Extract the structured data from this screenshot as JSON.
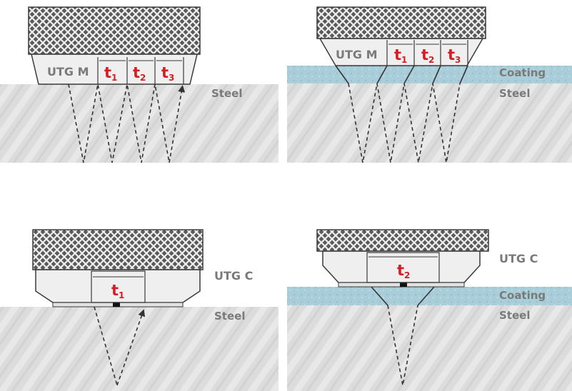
{
  "colors": {
    "steel_base": "#dcdcdc",
    "steel_stripe": "#e9e9e9",
    "coating": "#a9ced9",
    "crosshatch_bg": "#5a5a5a",
    "crosshatch_line": "#f2f2f2",
    "housing": "#efefef",
    "outline": "#3a3a3a",
    "label_gray": "#7a7a7a",
    "t_red": "#d21f26",
    "dashes": "#333333"
  },
  "panels": {
    "utgm_steel": {
      "model": "UTG M",
      "material": "Steel",
      "segments": [
        {
          "main": "t",
          "sub": "1"
        },
        {
          "main": "t",
          "sub": "2"
        },
        {
          "main": "t",
          "sub": "3"
        }
      ]
    },
    "utgm_coating": {
      "model": "UTG M",
      "coating": "Coating",
      "material": "Steel",
      "segments": [
        {
          "main": "t",
          "sub": "1"
        },
        {
          "main": "t",
          "sub": "2"
        },
        {
          "main": "t",
          "sub": "3"
        }
      ]
    },
    "utgc_steel": {
      "model": "UTG C",
      "material": "Steel",
      "segment": {
        "main": "t",
        "sub": "1"
      }
    },
    "utgc_coating": {
      "model": "UTG C",
      "coating": "Coating",
      "material": "Steel",
      "segment": {
        "main": "t",
        "sub": "2"
      }
    }
  }
}
